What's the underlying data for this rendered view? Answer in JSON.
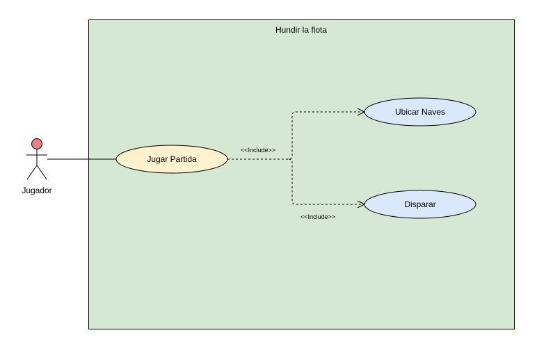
{
  "system": {
    "title": "Hundir la flota",
    "fill": "#d5e8d4",
    "stroke": "#000000"
  },
  "actor": {
    "name": "Jugador",
    "head_fill": "#f08080"
  },
  "use_cases": {
    "main": {
      "label": "Jugar Partida",
      "fill": "#fff2cc"
    },
    "ubicar": {
      "label": "Ubicar Naves",
      "fill": "#dae8fc"
    },
    "disparar": {
      "label": "Disparar",
      "fill": "#dae8fc"
    }
  },
  "relations": {
    "include_top": "<<Include>>",
    "include_bottom": "<<Include>>"
  }
}
